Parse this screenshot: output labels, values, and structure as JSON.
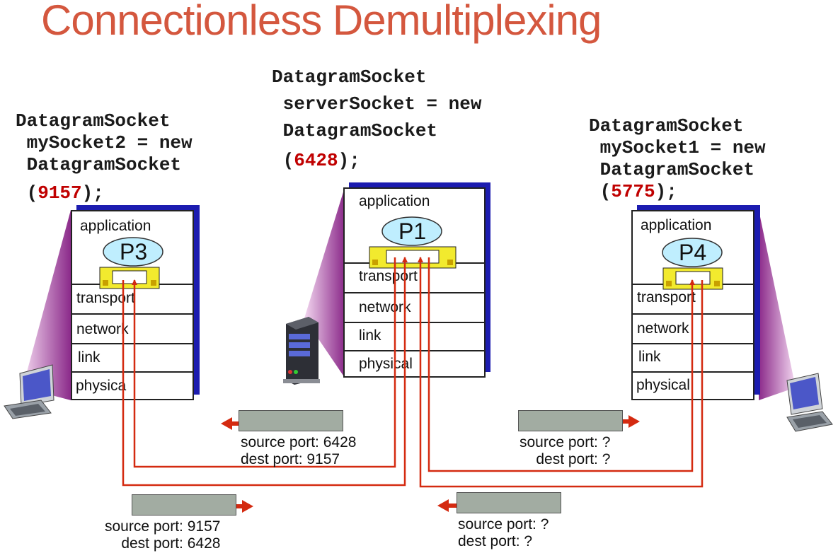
{
  "title": "Connectionless Demultiplexing",
  "left_host": {
    "code_lines": [
      "DatagramSocket",
      " mySocket2 = new",
      " DatagramSocket"
    ],
    "port": "9157",
    "process": "P3",
    "layers": [
      "application",
      "transport",
      "network",
      "link",
      "physica"
    ]
  },
  "server": {
    "code_lines": [
      "DatagramSocket",
      " serverSocket = new",
      " DatagramSocket"
    ],
    "port": "6428",
    "process": "P1",
    "layers": [
      "application",
      "transport",
      "network",
      "link",
      "physical"
    ]
  },
  "right_host": {
    "code_lines": [
      "DatagramSocket",
      " mySocket1 = new",
      " DatagramSocket"
    ],
    "port": "5775",
    "process": "P4",
    "layers": [
      "application",
      "transport",
      "network",
      "link",
      "physical"
    ]
  },
  "code_punct": {
    "open": "(",
    "close": ");"
  },
  "packets": [
    {
      "source": "source port: 6428",
      "dest": "dest port: 9157"
    },
    {
      "source": "source port: 9157",
      "dest": "dest port: 6428"
    },
    {
      "source": "source port: ?",
      "dest": "dest port: ?"
    },
    {
      "source": "source port: ?",
      "dest": "dest port: ?"
    }
  ],
  "colors": {
    "title": "#d4573e",
    "arrow": "#d42a10",
    "socket": "#f2ea2e",
    "process": "#bfeefe",
    "stack_shadow": "#1c1cb0",
    "packet": "#a2aca2",
    "port": "#c00000"
  }
}
